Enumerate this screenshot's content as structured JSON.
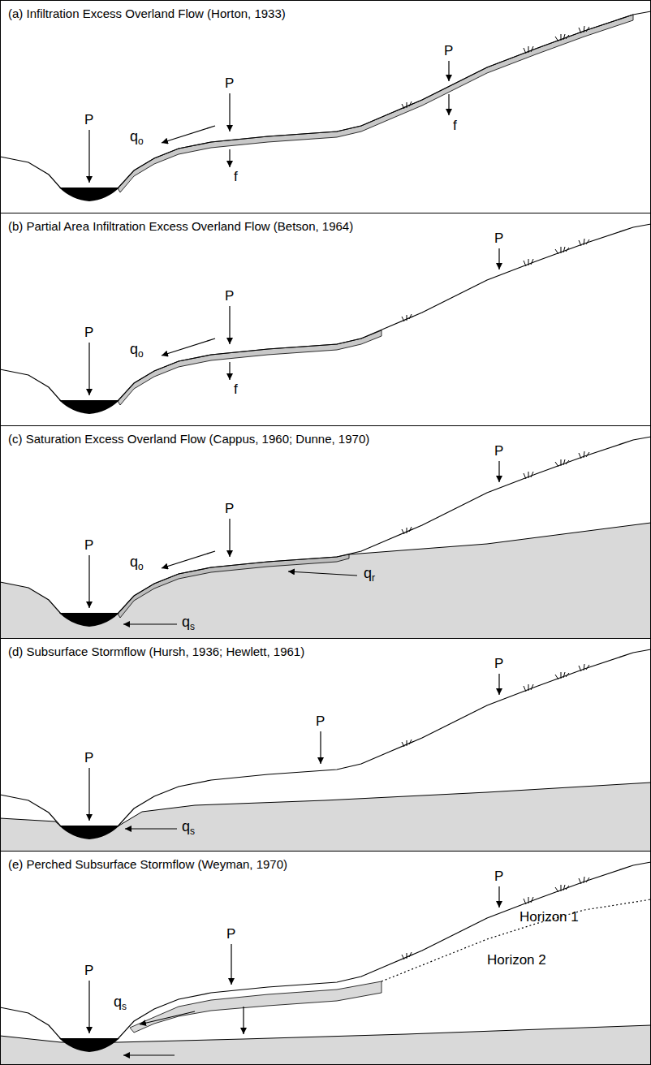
{
  "diagram": {
    "nodes": [
      {
        "text": [
          "(a) Infiltration Excess Overland Flow (Horton, 1933)"
        ]
      },
      {
        "text": [
          "(b) Partial Area Infiltration Excess Overland Flow (Betson, 1964)"
        ]
      },
      {
        "text": [
          "(c) Saturation Excess Overland Flow (Cappus, 1960; Dunne, 1970)"
        ]
      },
      {
        "text": [
          "(d) Subsurface Stormflow (Hursh, 1936; Hewlett, 1961)"
        ]
      },
      {
        "text": [
          "(e) Perched Subsurface Stormflow (Weyman, 1970)"
        ]
      }
    ],
    "edges": [],
    "labels": [
      "P",
      "P",
      "P",
      "qo",
      "f",
      "f",
      "P",
      "P",
      "P",
      "qo",
      "f",
      "P",
      "P",
      "P",
      "qo",
      "qr",
      "qs",
      "P",
      "P",
      "P",
      "qs",
      "P",
      "P",
      "P",
      "qs",
      "Horizon 1",
      "Horizon 2"
    ]
  }
}
